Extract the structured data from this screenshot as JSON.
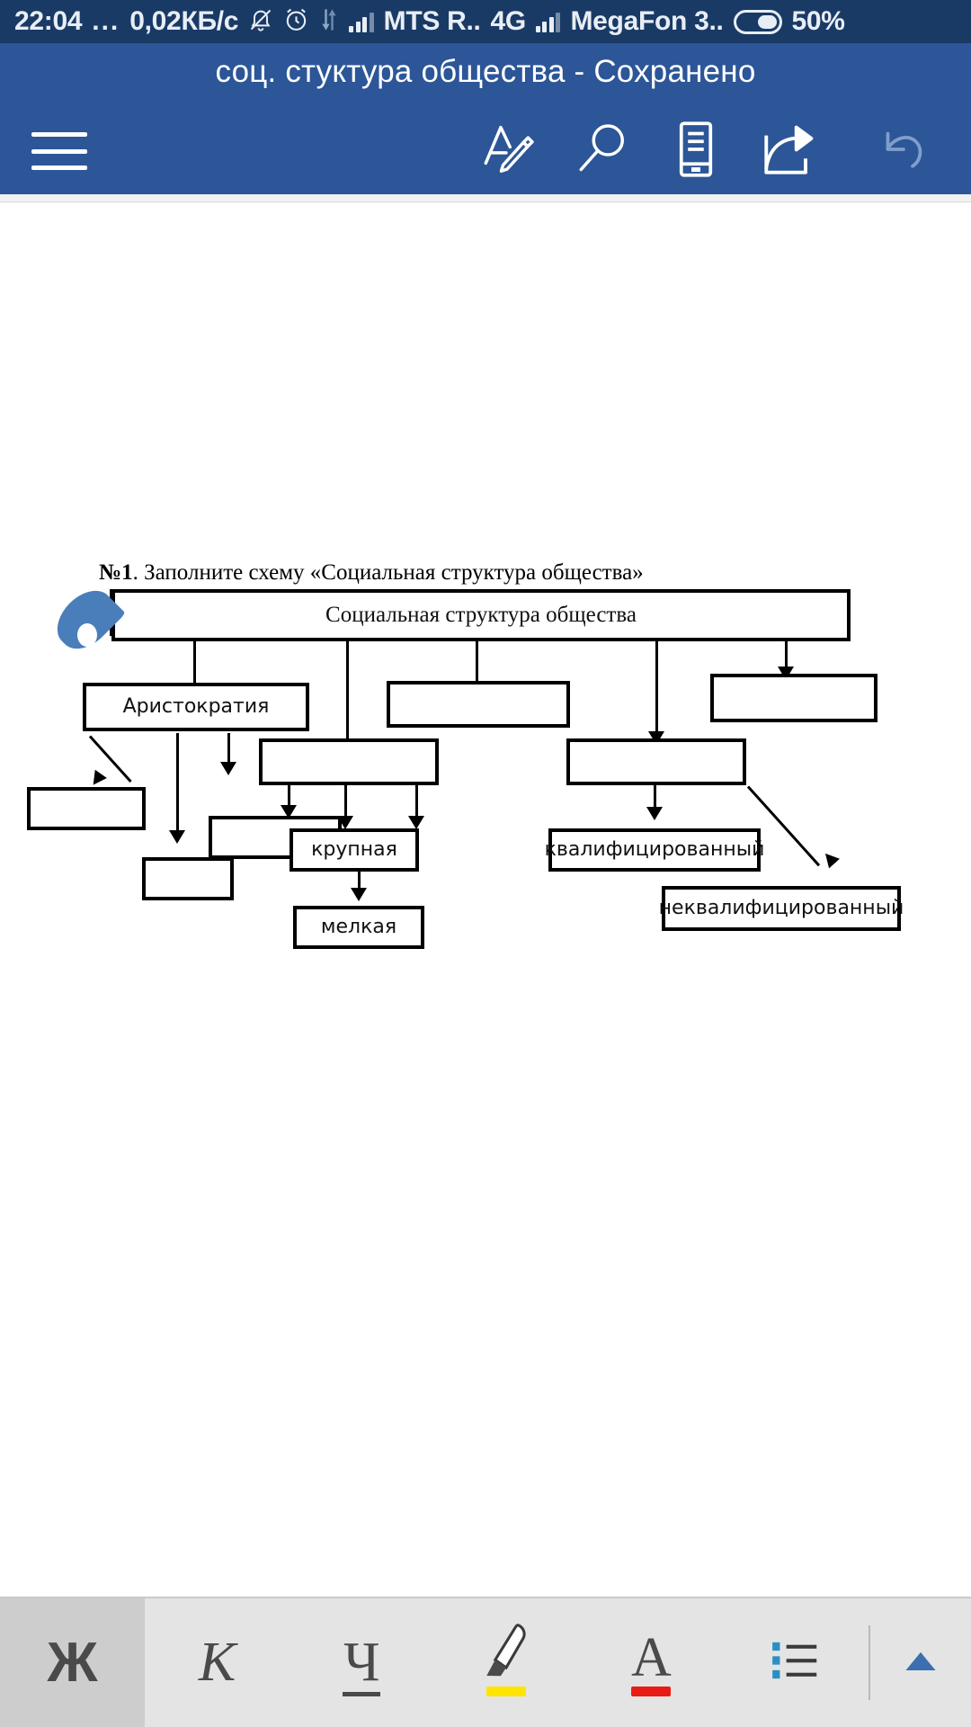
{
  "status_bar": {
    "time": "22:04",
    "dots": "...",
    "data_rate": "0,02КБ/c",
    "carrier_1": "MTS R..",
    "network_type": "4G",
    "carrier_2": "MegaFon 3..",
    "battery_percent": "50%",
    "icons": [
      "notification-muted-icon",
      "alarm-clock-icon",
      "data-transfer-icon",
      "signal-bars-icon",
      "signal-bars-icon",
      "battery-icon"
    ],
    "bg_color": "#1a3a66"
  },
  "app_bar": {
    "title": "соц. стуктура общества - Сохранено",
    "bg_color": "#2c5697",
    "buttons": [
      {
        "name": "menu-button",
        "icon": "hamburger-icon",
        "label": "Меню"
      },
      {
        "name": "edit-button",
        "icon": "edit-pencil-icon",
        "label": "Правка"
      },
      {
        "name": "search-button",
        "icon": "search-icon",
        "label": "Поиск"
      },
      {
        "name": "mobile-view-button",
        "icon": "mobile-view-icon",
        "label": "Мобильный вид"
      },
      {
        "name": "share-button",
        "icon": "share-icon",
        "label": "Поделиться"
      },
      {
        "name": "undo-button",
        "icon": "undo-icon",
        "label": "Отменить",
        "disabled": true
      }
    ]
  },
  "document": {
    "heading_number": "№1",
    "heading_rest": ". Заполните схему «Социальная структура общества»",
    "diagram": {
      "title_box": "Социальная структура общества",
      "boxes": [
        {
          "id": "b-root",
          "text": "Социальная структура общества"
        },
        {
          "id": "b-r2-1",
          "text": "Аристократия"
        },
        {
          "id": "b-r2-2",
          "text": ""
        },
        {
          "id": "b-r2-3",
          "text": ""
        },
        {
          "id": "b-r3-1",
          "text": ""
        },
        {
          "id": "b-r3-2",
          "text": ""
        },
        {
          "id": "b-r4-1",
          "text": ""
        },
        {
          "id": "b-r4-2",
          "text": ""
        },
        {
          "id": "b-r4-3",
          "text": "крупная"
        },
        {
          "id": "b-r4-4",
          "text": "квалифицированный"
        },
        {
          "id": "b-r5-1",
          "text": ""
        },
        {
          "id": "b-r5-2",
          "text": "мелкая"
        },
        {
          "id": "b-r5-3",
          "text": "неквалифицированный"
        }
      ]
    }
  },
  "format_bar": {
    "bg_color": "#e4e4e4",
    "buttons": [
      {
        "name": "bold-button",
        "glyph": "Ж",
        "label": "Полужирный",
        "active": true
      },
      {
        "name": "italic-button",
        "glyph": "К",
        "label": "Курсив",
        "active": false
      },
      {
        "name": "underline-button",
        "glyph": "Ч",
        "label": "Подчёркнутый",
        "active": false
      },
      {
        "name": "highlight-button",
        "glyph": "",
        "label": "Выделение",
        "active": false,
        "color": "#ffe400"
      },
      {
        "name": "font-color-button",
        "glyph": "A",
        "label": "Цвет шрифта",
        "active": false,
        "color": "#e81c14"
      },
      {
        "name": "bullet-list-button",
        "glyph": "",
        "label": "Маркированный список",
        "active": false
      },
      {
        "name": "expand-button",
        "glyph": "",
        "label": "Развернуть",
        "active": false,
        "color": "#3b6fb0"
      }
    ]
  }
}
